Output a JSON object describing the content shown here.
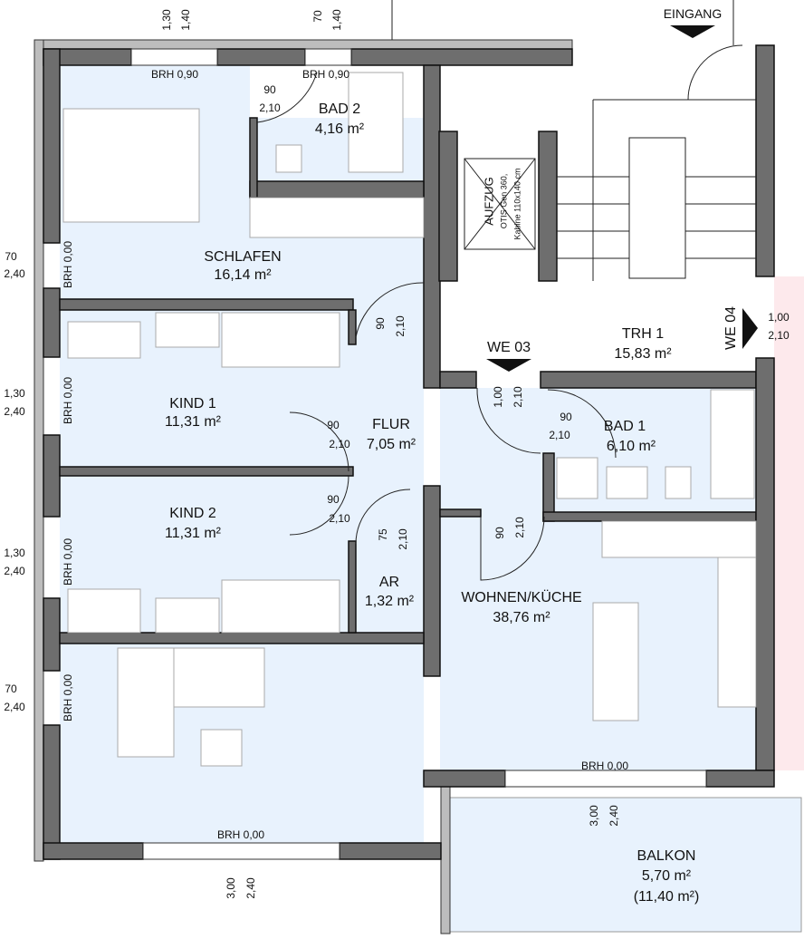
{
  "labels": {
    "entrance": "EINGANG",
    "top_dims": [
      "1,30",
      "1,40",
      "70",
      "1,40"
    ],
    "brh_top": [
      "BRH 0,90",
      "BRH 0,90"
    ],
    "bad2": {
      "name": "BAD 2",
      "area": "4,16 m²",
      "door": [
        "90",
        "2,10"
      ]
    },
    "schlafen": {
      "name": "SCHLAFEN",
      "area": "16,14 m²",
      "door": [
        "90",
        "2,10"
      ]
    },
    "left_windows": [
      [
        "70",
        "2,40"
      ],
      [
        "1,30",
        "2,40"
      ],
      [
        "1,30",
        "2,40"
      ],
      [
        "70",
        "2,40"
      ]
    ],
    "brh_left": "BRH 0,00",
    "elevator": {
      "name": "AUFZUG",
      "line1": "OTIS Gen 360,",
      "line2": "Kabine 110x140 cm"
    },
    "we04": {
      "name": "WE 04",
      "dims": [
        "1,00",
        "2,10"
      ]
    },
    "trh1": {
      "name": "TRH 1",
      "area": "15,83 m²"
    },
    "we03": {
      "name": "WE 03",
      "dims": [
        "1,00",
        "2,10"
      ]
    },
    "bad1": {
      "name": "BAD 1",
      "area": "6,10 m²",
      "door": [
        "90",
        "2,10"
      ]
    },
    "kind1": {
      "name": "KIND 1",
      "area": "11,31 m²",
      "door": [
        "90",
        "2,10"
      ]
    },
    "flur": {
      "name": "FLUR",
      "area": "7,05 m²"
    },
    "kind2": {
      "name": "KIND 2",
      "area": "11,31 m²",
      "door": [
        "90",
        "2,10"
      ]
    },
    "ar": {
      "name": "AR",
      "area": "1,32 m²",
      "door": [
        "75",
        "2,10"
      ]
    },
    "wohnen": {
      "name": "WOHNEN/KÜCHE",
      "area": "38,76 m²",
      "door": [
        "90",
        "2,10"
      ]
    },
    "brh_bottom": [
      "BRH 0,00",
      "BRH 0,00"
    ],
    "bottom_dims": [
      [
        "3,00",
        "2,40"
      ],
      [
        "3,00",
        "2,40"
      ]
    ],
    "balkon": {
      "name": "BALKON",
      "area": "5,70 m²",
      "area2": "(11,40 m²)"
    }
  },
  "colors": {
    "room": "#e8f2fd",
    "wall": "#6e6e6e",
    "outer": "#bdbdbd",
    "neighbor": "#fde9ec"
  }
}
